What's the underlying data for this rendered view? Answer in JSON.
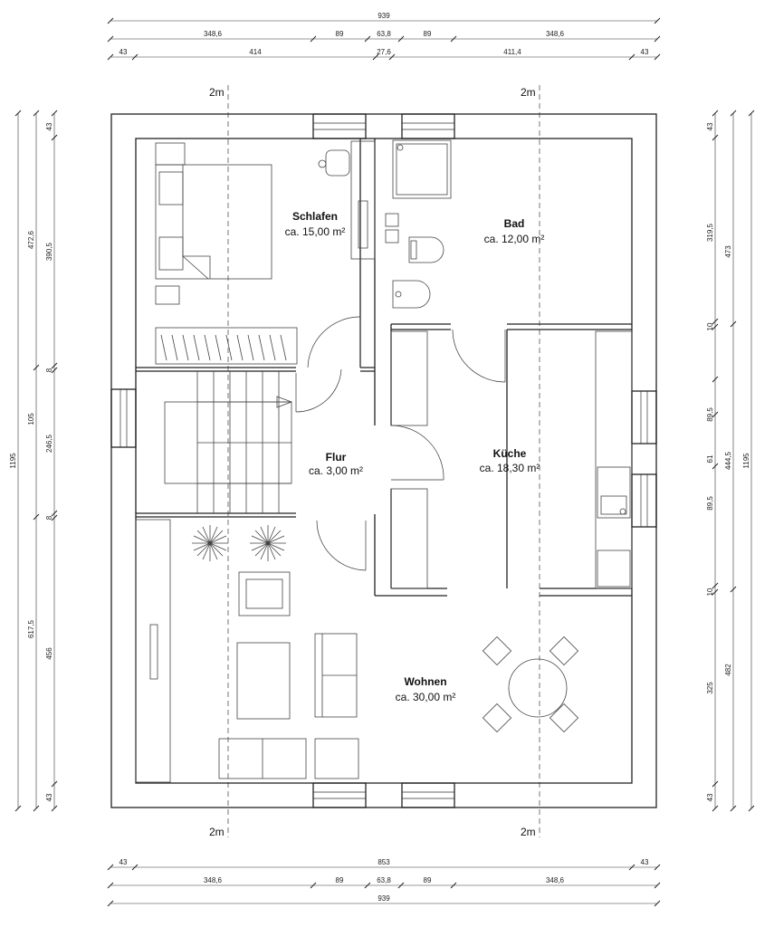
{
  "dimensions": {
    "top": {
      "total": "939",
      "row2": [
        "348,6",
        "89",
        "63,8",
        "89",
        "348,6"
      ],
      "row3": [
        "43",
        "414",
        "27,6",
        "411,4",
        "43"
      ]
    },
    "bottom": {
      "row1": [
        "43",
        "853",
        "43"
      ],
      "row2": [
        "348,6",
        "89",
        "63,8",
        "89",
        "348,6"
      ],
      "total": "939"
    },
    "left": {
      "total": "1195",
      "col2": [
        "472,6",
        "105",
        "617,5"
      ],
      "col3": [
        "43",
        "390,5",
        "8",
        "246,5",
        "8",
        "456",
        "43"
      ]
    },
    "right": {
      "total": "1195",
      "col2": [
        "473",
        "444,5",
        "482"
      ],
      "col3": [
        "43",
        "319,5",
        "10",
        "89,5",
        "61",
        "89,5",
        "10",
        "325",
        "43"
      ]
    }
  },
  "axis_markers": [
    "2m",
    "2m",
    "2m",
    "2m"
  ],
  "rooms": [
    {
      "name": "Schlafen",
      "area": "ca. 15,00 m²"
    },
    {
      "name": "Bad",
      "area": "ca. 12,00 m²"
    },
    {
      "name": "Flur",
      "area": "ca. 3,00 m²"
    },
    {
      "name": "Küche",
      "area": "ca. 18,30 m²"
    },
    {
      "name": "Wohnen",
      "area": "ca. 30,00 m²"
    }
  ]
}
